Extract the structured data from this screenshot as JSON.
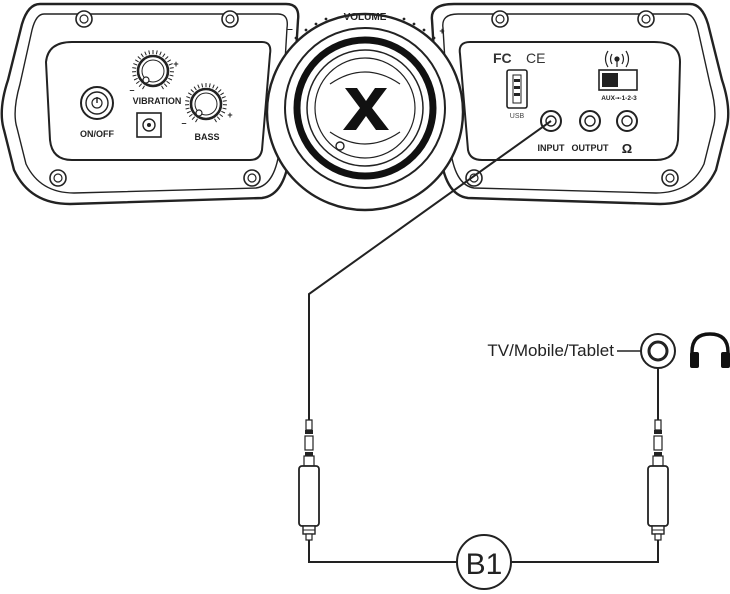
{
  "device": {
    "volume_label": "VOLUME",
    "volume_minus": "–",
    "volume_plus": "+",
    "logo": "X",
    "left_panel": {
      "power_label": "ON/OFF",
      "vibration_label": "VIBRATION",
      "bass_label": "BASS",
      "knob_minus": "–",
      "knob_plus": "+"
    },
    "right_panel": {
      "fc_mark": "FC",
      "ce_mark": "CE",
      "usb_label": "USB",
      "input_label": "INPUT",
      "output_label": "OUTPUT",
      "headphone_label": "Ω",
      "switch_label": "AUX-•-1-2-3",
      "wireless_icon": "wireless-icon"
    }
  },
  "connection": {
    "source_label": "TV/Mobile/Tablet",
    "cable_label": "B1",
    "headphones_icon": "headphones-icon",
    "jack_icon": "audio-jack-icon"
  }
}
